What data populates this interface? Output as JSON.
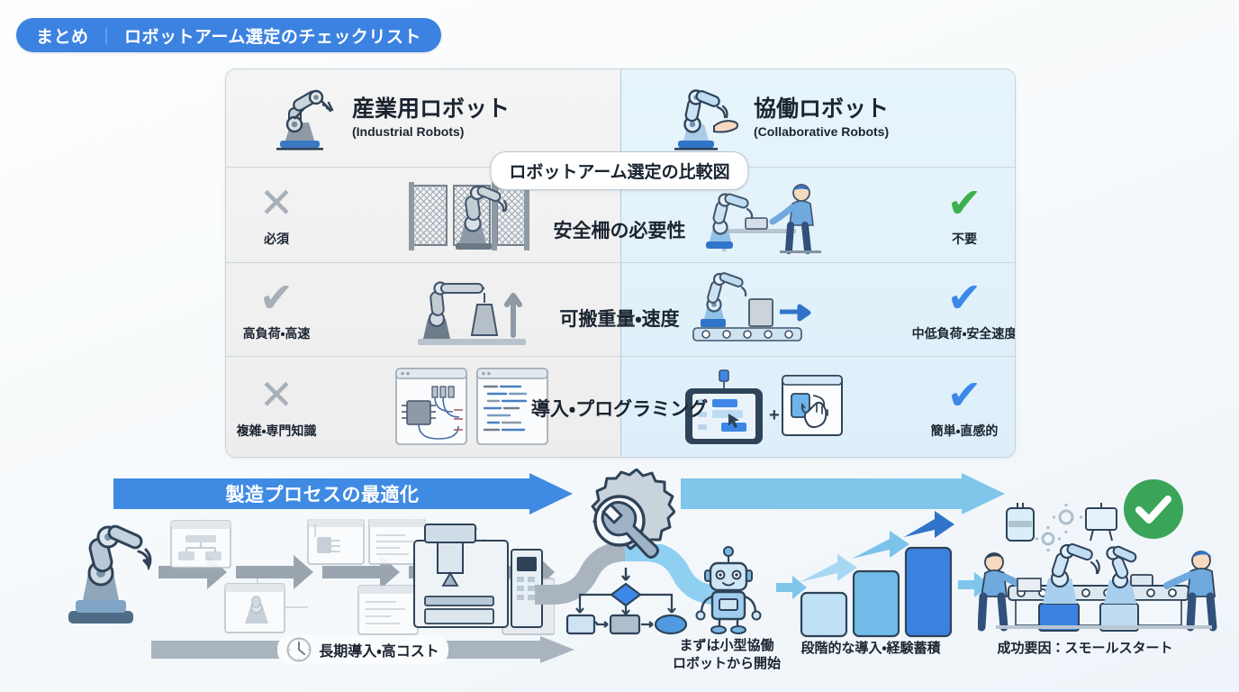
{
  "title": {
    "prefix": "まとめ",
    "separator": "｜",
    "text": "ロボットアーム選定のチェックリスト"
  },
  "comparison": {
    "center_badge": "ロボットアーム選定の比較図",
    "columns": [
      {
        "jp": "産業用ロボット",
        "en": "(Industrial Robots)",
        "icon": "industrial-robot-arm-icon"
      },
      {
        "jp": "協働ロボット",
        "en": "(Collaborative Robots)",
        "icon": "collaborative-robot-arm-icon"
      }
    ],
    "rows": [
      {
        "criterion": "安全柵の必要性",
        "left": {
          "mark": "✕",
          "mark_type": "x-gray",
          "label": "必須",
          "illustration": "robot-in-safety-cage-icon"
        },
        "right": {
          "mark": "✔",
          "mark_type": "c-green",
          "label": "不要",
          "illustration": "cobot-with-worker-icon"
        }
      },
      {
        "criterion": "可搬重量・速度",
        "left": {
          "mark": "✔",
          "mark_type": "c-gray",
          "label": "高負荷・高速",
          "illustration": "heavy-payload-crane-icon"
        },
        "right": {
          "mark": "✔",
          "mark_type": "c-blue",
          "label": "中低負荷・安全速度",
          "illustration": "cobot-conveyor-icon"
        }
      },
      {
        "criterion": "導入・プログラミング",
        "left": {
          "mark": "✕",
          "mark_type": "x-gray",
          "label": "複雑・専門知識",
          "illustration": "wiring-and-code-icon"
        },
        "right": {
          "mark": "✔",
          "mark_type": "c-blue",
          "label": "簡単・直感的",
          "illustration": "tablet-drag-drop-icon"
        }
      }
    ]
  },
  "flow": {
    "blue_arrow_label": "製造プロセスの最適化",
    "gray_arrow_label": "長期導入・高コスト",
    "gray_arrow_icon": "clock-icon",
    "captions": [
      {
        "text": "まずは小型協働\nロボットから開始",
        "line1": "まずは小型協働",
        "line2": "ロボットから開始",
        "icon": "small-cobot-icon"
      },
      {
        "text": "段階的な導入・経験蓄積",
        "icon": "growth-bars-icon"
      },
      {
        "text": "成功要因：スモールスタート",
        "icon": "smart-factory-icon"
      }
    ],
    "success_badge_icon": "green-check-circle-icon",
    "gear_icon": "gear-wrench-icon",
    "flowchart_icon": "flowchart-icon",
    "legacy_robot_icon": "legacy-robot-arm-icon"
  },
  "colors": {
    "brand_blue": "#3c82e0",
    "light_blue": "#7fc6ea",
    "panel_gray": "#f2f2f2",
    "panel_blue": "#e3f2fb",
    "success_green": "#3cb04e",
    "gray_mark": "#a7b0b8",
    "background": "#fafbfc"
  }
}
